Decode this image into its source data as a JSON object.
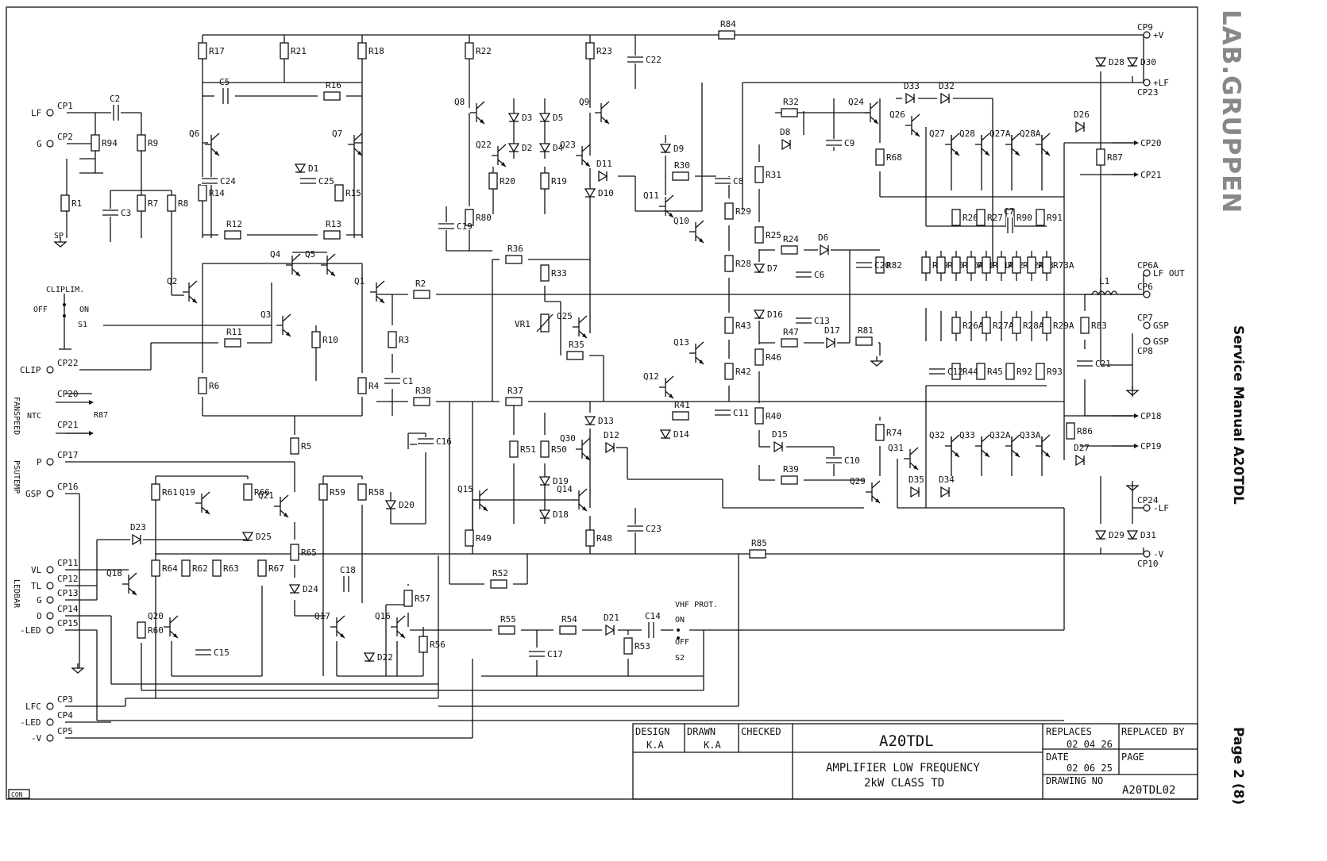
{
  "brand": "LAB.GRUPPEN",
  "side": {
    "manual": "Service Manual A20TDL",
    "page": "Page 2 (8)"
  },
  "corner_tag": "CON",
  "title_block": {
    "design_label": "DESIGN",
    "design_value": "K.A",
    "drawn_label": "DRAWN",
    "drawn_value": "K.A",
    "checked_label": "CHECKED",
    "model": "A20TDL",
    "desc_line1": "AMPLIFIER LOW FREQUENCY",
    "desc_line2": "2kW CLASS TD",
    "replaces_label": "REPLACES",
    "replaces_value": "02 04 26",
    "replaced_by_label": "REPLACED BY",
    "date_label": "DATE",
    "date_value": "02 06 25",
    "page_label": "PAGE",
    "drawing_no_label": "DRAWING NO",
    "drawing_no_value": "A20TDL02"
  },
  "connectors_left": [
    {
      "pin": "CP1",
      "signal": "LF"
    },
    {
      "pin": "CP2",
      "signal": "G"
    },
    {
      "pin": "CP22",
      "signal": "CLIP"
    },
    {
      "pin": "CP20",
      "signal": ""
    },
    {
      "pin": "CP21",
      "signal": ""
    },
    {
      "pin": "CP17",
      "signal": "P"
    },
    {
      "pin": "CP16",
      "signal": "GSP"
    },
    {
      "pin": "CP11",
      "signal": "VL"
    },
    {
      "pin": "CP12",
      "signal": "TL"
    },
    {
      "pin": "CP13",
      "signal": "G"
    },
    {
      "pin": "CP14",
      "signal": "O"
    },
    {
      "pin": "CP15",
      "signal": "-LED"
    },
    {
      "pin": "CP3",
      "signal": "LFC"
    },
    {
      "pin": "CP4",
      "signal": "-LED"
    },
    {
      "pin": "CP5",
      "signal": "-V"
    }
  ],
  "connectors_right": [
    {
      "pin": "CP9",
      "signal": "+V"
    },
    {
      "pin": "CP23",
      "signal": "+LF"
    },
    {
      "pin": "CP20",
      "signal": ""
    },
    {
      "pin": "CP21",
      "signal": ""
    },
    {
      "pin": "CP6A",
      "signal": "LF OUT"
    },
    {
      "pin": "CP6",
      "signal": ""
    },
    {
      "pin": "CP7",
      "signal": "GSP"
    },
    {
      "pin": "CP8",
      "signal": "GSP"
    },
    {
      "pin": "CP18",
      "signal": ""
    },
    {
      "pin": "CP19",
      "signal": ""
    },
    {
      "pin": "CP24",
      "signal": "-LF"
    },
    {
      "pin": "CP10",
      "signal": "-V"
    }
  ],
  "group_labels": [
    "FANSPEED",
    "PSUTEMP",
    "LEDBAR",
    "NTC",
    "R87",
    "CLIPLIM.",
    "OFF",
    "ON",
    "S1",
    "VHF PROT.",
    "ON",
    "OFF",
    "S2",
    "SP"
  ],
  "components": {
    "resistors": [
      "R1",
      "R2",
      "R3",
      "R4",
      "R5",
      "R6",
      "R7",
      "R8",
      "R9",
      "R10",
      "R11",
      "R12",
      "R13",
      "R14",
      "R15",
      "R16",
      "R17",
      "R18",
      "R19",
      "R20",
      "R21",
      "R22",
      "R23",
      "R24",
      "R25",
      "R26",
      "R26A",
      "R27",
      "R27A",
      "R28",
      "R28A",
      "R29",
      "R29A",
      "R30",
      "R31",
      "R32",
      "R33",
      "R35",
      "R36",
      "R37",
      "R38",
      "R39",
      "R40",
      "R41",
      "R42",
      "R43",
      "R44",
      "R45",
      "R46",
      "R47",
      "R48",
      "R49",
      "R50",
      "R51",
      "R52",
      "R53",
      "R54",
      "R55",
      "R56",
      "R57",
      "R58",
      "R59",
      "R60",
      "R61",
      "R62",
      "R63",
      "R64",
      "R65",
      "R66",
      "R67",
      "R68",
      "R69",
      "R70",
      "R70A",
      "R71",
      "R71A",
      "R72",
      "R72A",
      "R73",
      "R73A",
      "R74",
      "R80",
      "R81",
      "R82",
      "R83",
      "R84",
      "R85",
      "R86",
      "R87",
      "R90",
      "R91",
      "R92",
      "R93",
      "R94"
    ],
    "capacitors": [
      "C1",
      "C2",
      "C3",
      "C5",
      "C6",
      "C7",
      "C8",
      "C9",
      "C10",
      "C11",
      "C12",
      "C13",
      "C14",
      "C15",
      "C16",
      "C17",
      "C18",
      "C19",
      "C20",
      "C21",
      "C22",
      "C23",
      "C24",
      "C25"
    ],
    "diodes": [
      "D1",
      "D2",
      "D3",
      "D4",
      "D5",
      "D6",
      "D7",
      "D8",
      "D9",
      "D10",
      "D11",
      "D12",
      "D13",
      "D14",
      "D15",
      "D16",
      "D17",
      "D18",
      "D19",
      "D20",
      "D21",
      "D22",
      "D23",
      "D24",
      "D25",
      "D26",
      "D27",
      "D28",
      "D29",
      "D30",
      "D31",
      "D32",
      "D33",
      "D34",
      "D35"
    ],
    "transistors": [
      "Q1",
      "Q2",
      "Q3",
      "Q4",
      "Q5",
      "Q6",
      "Q7",
      "Q8",
      "Q9",
      "Q10",
      "Q11",
      "Q12",
      "Q13",
      "Q14",
      "Q15",
      "Q16",
      "Q17",
      "Q18",
      "Q19",
      "Q20",
      "Q21",
      "Q22",
      "Q23",
      "Q24",
      "Q25",
      "Q26",
      "Q27",
      "Q28",
      "Q27A",
      "Q28A",
      "Q29",
      "Q30",
      "Q31",
      "Q32",
      "Q33",
      "Q32A",
      "Q33A"
    ],
    "other": [
      "L1",
      "VR1"
    ]
  }
}
